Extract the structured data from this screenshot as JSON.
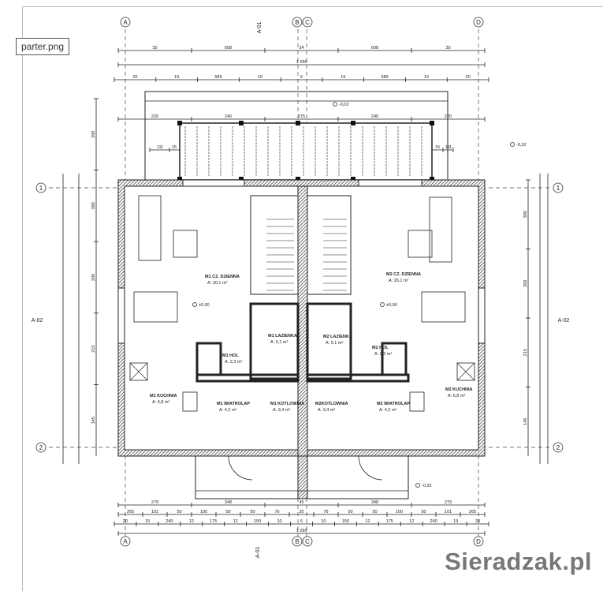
{
  "tooltip": "parter.png",
  "watermark": "Sieradzak.pl",
  "axes": {
    "columns": [
      "A",
      "B",
      "C",
      "D"
    ],
    "rows": [
      "1",
      "2"
    ],
    "sections": [
      "A-01",
      "A-02"
    ]
  },
  "rooms": [
    {
      "name": "M1 CZ. DZIENNA",
      "area": "A: 20,1 m²"
    },
    {
      "name": "M2 CZ. DZIENNA",
      "area": "A: 26,1 m²"
    },
    {
      "name": "M1 KUCHNIA",
      "area": "A: 6,8 m²"
    },
    {
      "name": "M2 KUCHNIA",
      "area": "A: 6,8 m²"
    },
    {
      "name": "M1 LAZIENKA",
      "area": "A: 5,1 m²"
    },
    {
      "name": "M2 LAZIENKA",
      "area": "A: 5,1 m²"
    },
    {
      "name": "M1 HOL",
      "area": "A: 2,3 m²"
    },
    {
      "name": "M2 HOL",
      "area": "A: 2,2 m²"
    },
    {
      "name": "M1 WIATROLAP",
      "area": "A: 4,2 m²"
    },
    {
      "name": "M2 WIATROLAP",
      "area": "A: 4,2 m²"
    },
    {
      "name": "M1 KOTLOWNIA",
      "area": "A: 3,4 m²"
    },
    {
      "name": "M2KOTLOWNIA",
      "area": "A: 3,4 m²"
    }
  ],
  "levels": [
    "±0,00",
    "±0,00",
    "-0,02",
    "-0,32",
    "-0,32"
  ],
  "dimensions": {
    "top1": [
      "30",
      "608",
      "24",
      "608",
      "30"
    ],
    "top2": [
      "1 298"
    ],
    "top3": [
      "20",
      "19",
      "589",
      "19",
      "6",
      "19",
      "589",
      "19",
      "20"
    ],
    "terrace": [
      "220",
      "240",
      "275",
      "240",
      "220"
    ],
    "terrace_side": [
      "111",
      "15",
      "111",
      "15"
    ],
    "left": [
      "290",
      "390",
      "200",
      "215",
      "145"
    ],
    "right": [
      "390",
      "200",
      "215",
      "145"
    ],
    "bottom1": [
      "279",
      "348",
      "45",
      "348",
      "279"
    ],
    "bottom2": [
      "265",
      "101",
      "50",
      "100",
      "50",
      "50",
      "76",
      "35",
      "76",
      "50",
      "50",
      "100",
      "50",
      "101",
      "265"
    ],
    "bottom3": [
      "20",
      "19",
      "240",
      "12",
      "175",
      "12",
      "150",
      "10",
      "6",
      "10",
      "150",
      "12",
      "175",
      "12",
      "240",
      "19",
      "20"
    ],
    "bottom4": [
      "1 298"
    ]
  }
}
